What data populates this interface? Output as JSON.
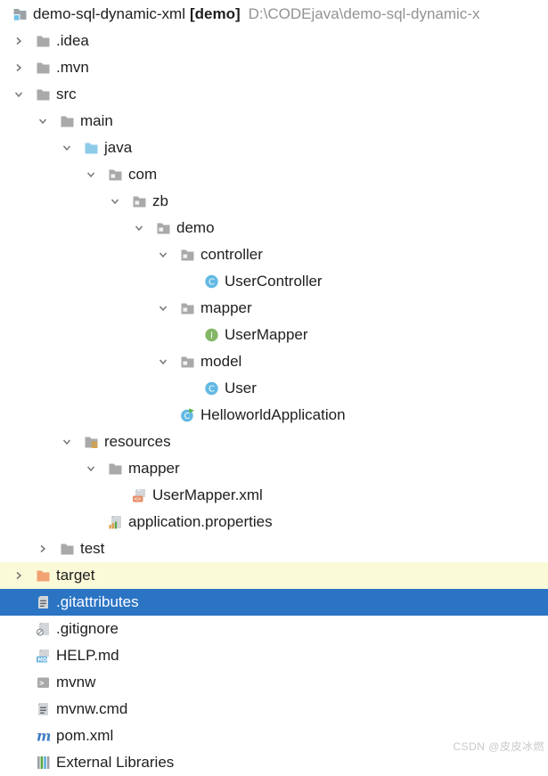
{
  "header": {
    "title": "demo-sql-dynamic-xml",
    "module": "[demo]",
    "path": "D:\\CODEjava\\demo-sql-dynamic-x",
    "icon": "project-folder-icon"
  },
  "watermark": "CSDN @皮皮冰燃",
  "colors": {
    "selection_bg": "#2b74c4",
    "excluded_row_bg": "#fafad8",
    "folder_gray": "#a9a9a9",
    "folder_java_blue": "#8ecbe9",
    "folder_excluded_orange": "#f2a273",
    "class_blue": "#63b9e3",
    "interface_green": "#84b868",
    "run_arrow_green": "#55b045",
    "xml_badge_orange": "#e8906a",
    "md_badge_blue": "#62aede",
    "maven_blue": "#3f7dc4",
    "path_gray": "#929292"
  },
  "tree": {
    "items": [
      {
        "label": ".idea",
        "icon": "folder",
        "level": 0,
        "chevron": "collapsed"
      },
      {
        "label": ".mvn",
        "icon": "folder",
        "level": 0,
        "chevron": "collapsed"
      },
      {
        "label": "src",
        "icon": "folder",
        "level": 0,
        "chevron": "expanded"
      },
      {
        "label": "main",
        "icon": "folder",
        "level": 1,
        "chevron": "expanded"
      },
      {
        "label": "java",
        "icon": "source-folder",
        "level": 2,
        "chevron": "expanded"
      },
      {
        "label": "com",
        "icon": "package",
        "level": 3,
        "chevron": "expanded"
      },
      {
        "label": "zb",
        "icon": "package",
        "level": 4,
        "chevron": "expanded"
      },
      {
        "label": "demo",
        "icon": "package",
        "level": 5,
        "chevron": "expanded"
      },
      {
        "label": "controller",
        "icon": "package",
        "level": 6,
        "chevron": "expanded"
      },
      {
        "label": "UserController",
        "icon": "class",
        "level": 7,
        "chevron": "none"
      },
      {
        "label": "mapper",
        "icon": "package",
        "level": 6,
        "chevron": "expanded"
      },
      {
        "label": "UserMapper",
        "icon": "interface",
        "level": 7,
        "chevron": "none"
      },
      {
        "label": "model",
        "icon": "package",
        "level": 6,
        "chevron": "expanded"
      },
      {
        "label": "User",
        "icon": "class",
        "level": 7,
        "chevron": "none"
      },
      {
        "label": "HelloworldApplication",
        "icon": "runnable-class",
        "level": 6,
        "chevron": "none"
      },
      {
        "label": "resources",
        "icon": "resources-folder",
        "level": 2,
        "chevron": "expanded"
      },
      {
        "label": "mapper",
        "icon": "folder",
        "level": 3,
        "chevron": "expanded"
      },
      {
        "label": "UserMapper.xml",
        "icon": "xml-file",
        "level": 4,
        "chevron": "none"
      },
      {
        "label": "application.properties",
        "icon": "properties-file",
        "level": 3,
        "chevron": "none"
      },
      {
        "label": "test",
        "icon": "folder",
        "level": 1,
        "chevron": "collapsed"
      },
      {
        "label": "target",
        "icon": "excluded-folder",
        "level": 0,
        "chevron": "collapsed",
        "state": "excluded-highlight"
      },
      {
        "label": ".gitattributes",
        "icon": "text-file",
        "level": 0,
        "chevron": "none",
        "state": "selected"
      },
      {
        "label": ".gitignore",
        "icon": "ignored-file",
        "level": 0,
        "chevron": "none"
      },
      {
        "label": "HELP.md",
        "icon": "markdown-file",
        "level": 0,
        "chevron": "none"
      },
      {
        "label": "mvnw",
        "icon": "shell-file",
        "level": 0,
        "chevron": "none"
      },
      {
        "label": "mvnw.cmd",
        "icon": "text-file",
        "level": 0,
        "chevron": "none"
      },
      {
        "label": "pom.xml",
        "icon": "maven-file",
        "level": 0,
        "chevron": "none"
      },
      {
        "label": "External Libraries",
        "icon": "libraries",
        "level": 0,
        "chevron": "none",
        "state": "clipped"
      }
    ]
  }
}
